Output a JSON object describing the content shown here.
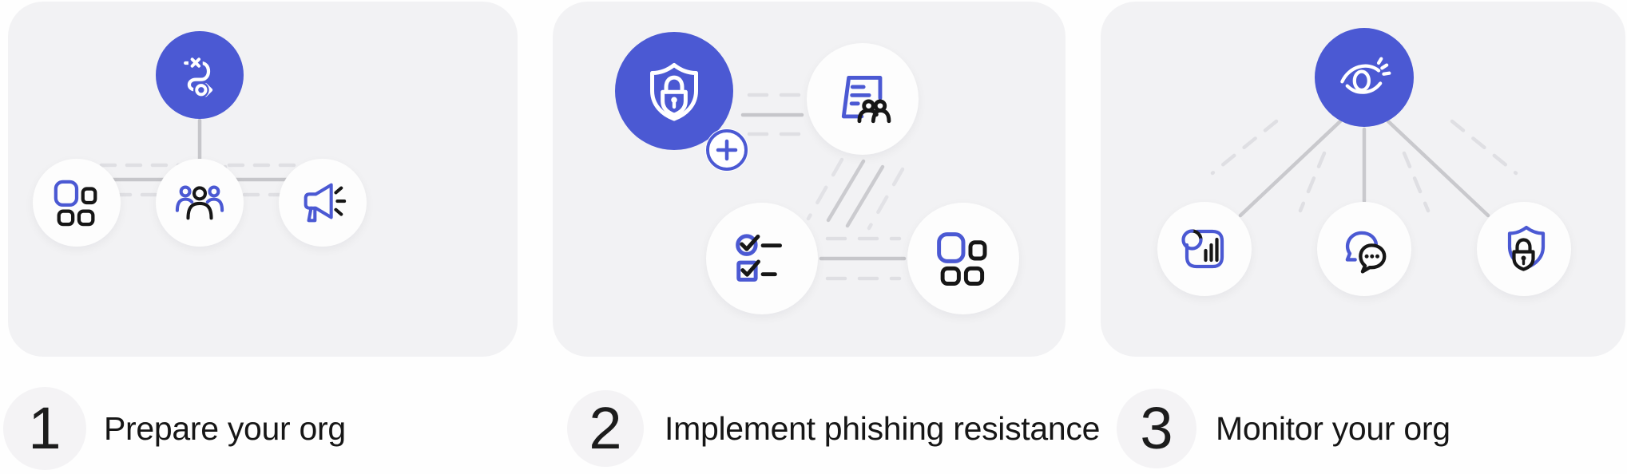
{
  "diagram_title": "three-step-process-diagram",
  "steps": [
    {
      "number": "1",
      "label": "Prepare your org",
      "hub_icon": "strategy-route-icon",
      "node_icons": [
        "apps-grid-icon",
        "team-icon",
        "megaphone-icon"
      ]
    },
    {
      "number": "2",
      "label": "Implement phishing resistance",
      "hub_icon": "shield-lock-plus-icon",
      "node_icons": [
        "policy-document-users-icon",
        "checklist-icon",
        "apps-grid-icon"
      ]
    },
    {
      "number": "3",
      "label": "Monitor your org",
      "hub_icon": "eye-icon",
      "node_icons": [
        "analytics-chart-icon",
        "chat-bubbles-icon",
        "shield-lock-icon"
      ]
    }
  ],
  "colors": {
    "accent_blue": "#4b59d3",
    "card_background": "#f2f2f4",
    "page_background": "#fefefe",
    "icon_black": "#161616",
    "connector_gray": "#c6c6ca",
    "connector_light_gray": "#dfdfe3",
    "node_circle_white": "#fdfdfd",
    "number_badge_background": "#f4f3f5",
    "label_text_color": "#161616"
  }
}
